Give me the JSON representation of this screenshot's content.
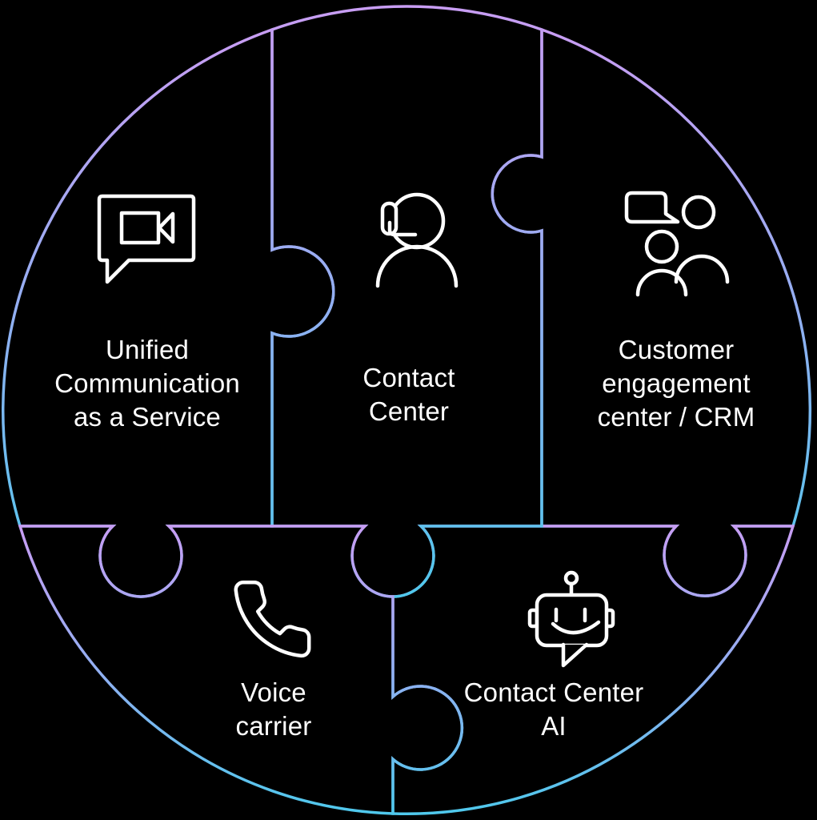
{
  "colors": {
    "background": "#000000",
    "text": "#ffffff",
    "icon_stroke": "#ffffff",
    "line_gradient_top": "#c89df3",
    "line_gradient_mid": "#92aff2",
    "line_gradient_bottom": "#4fc8ec"
  },
  "pieces": [
    {
      "name": "unified-communication",
      "label": "Unified Communication as a Service",
      "lines": [
        "Unified",
        "Communication",
        "as a Service"
      ],
      "icon": "video-chat-icon"
    },
    {
      "name": "contact-center",
      "label": "Contact Center",
      "lines": [
        "Contact",
        "Center"
      ],
      "icon": "headset-agent-icon"
    },
    {
      "name": "customer-engagement",
      "label": "Customer engagement center / CRM",
      "lines": [
        "Customer",
        "engagement",
        "center / CRM"
      ],
      "icon": "people-conversation-icon"
    },
    {
      "name": "voice-carrier",
      "label": "Voice carrier",
      "lines": [
        "Voice",
        "carrier"
      ],
      "icon": "phone-handset-icon"
    },
    {
      "name": "contact-center-ai",
      "label": "Contact Center AI",
      "lines": [
        "Contact Center",
        "AI"
      ],
      "icon": "chatbot-icon"
    }
  ]
}
